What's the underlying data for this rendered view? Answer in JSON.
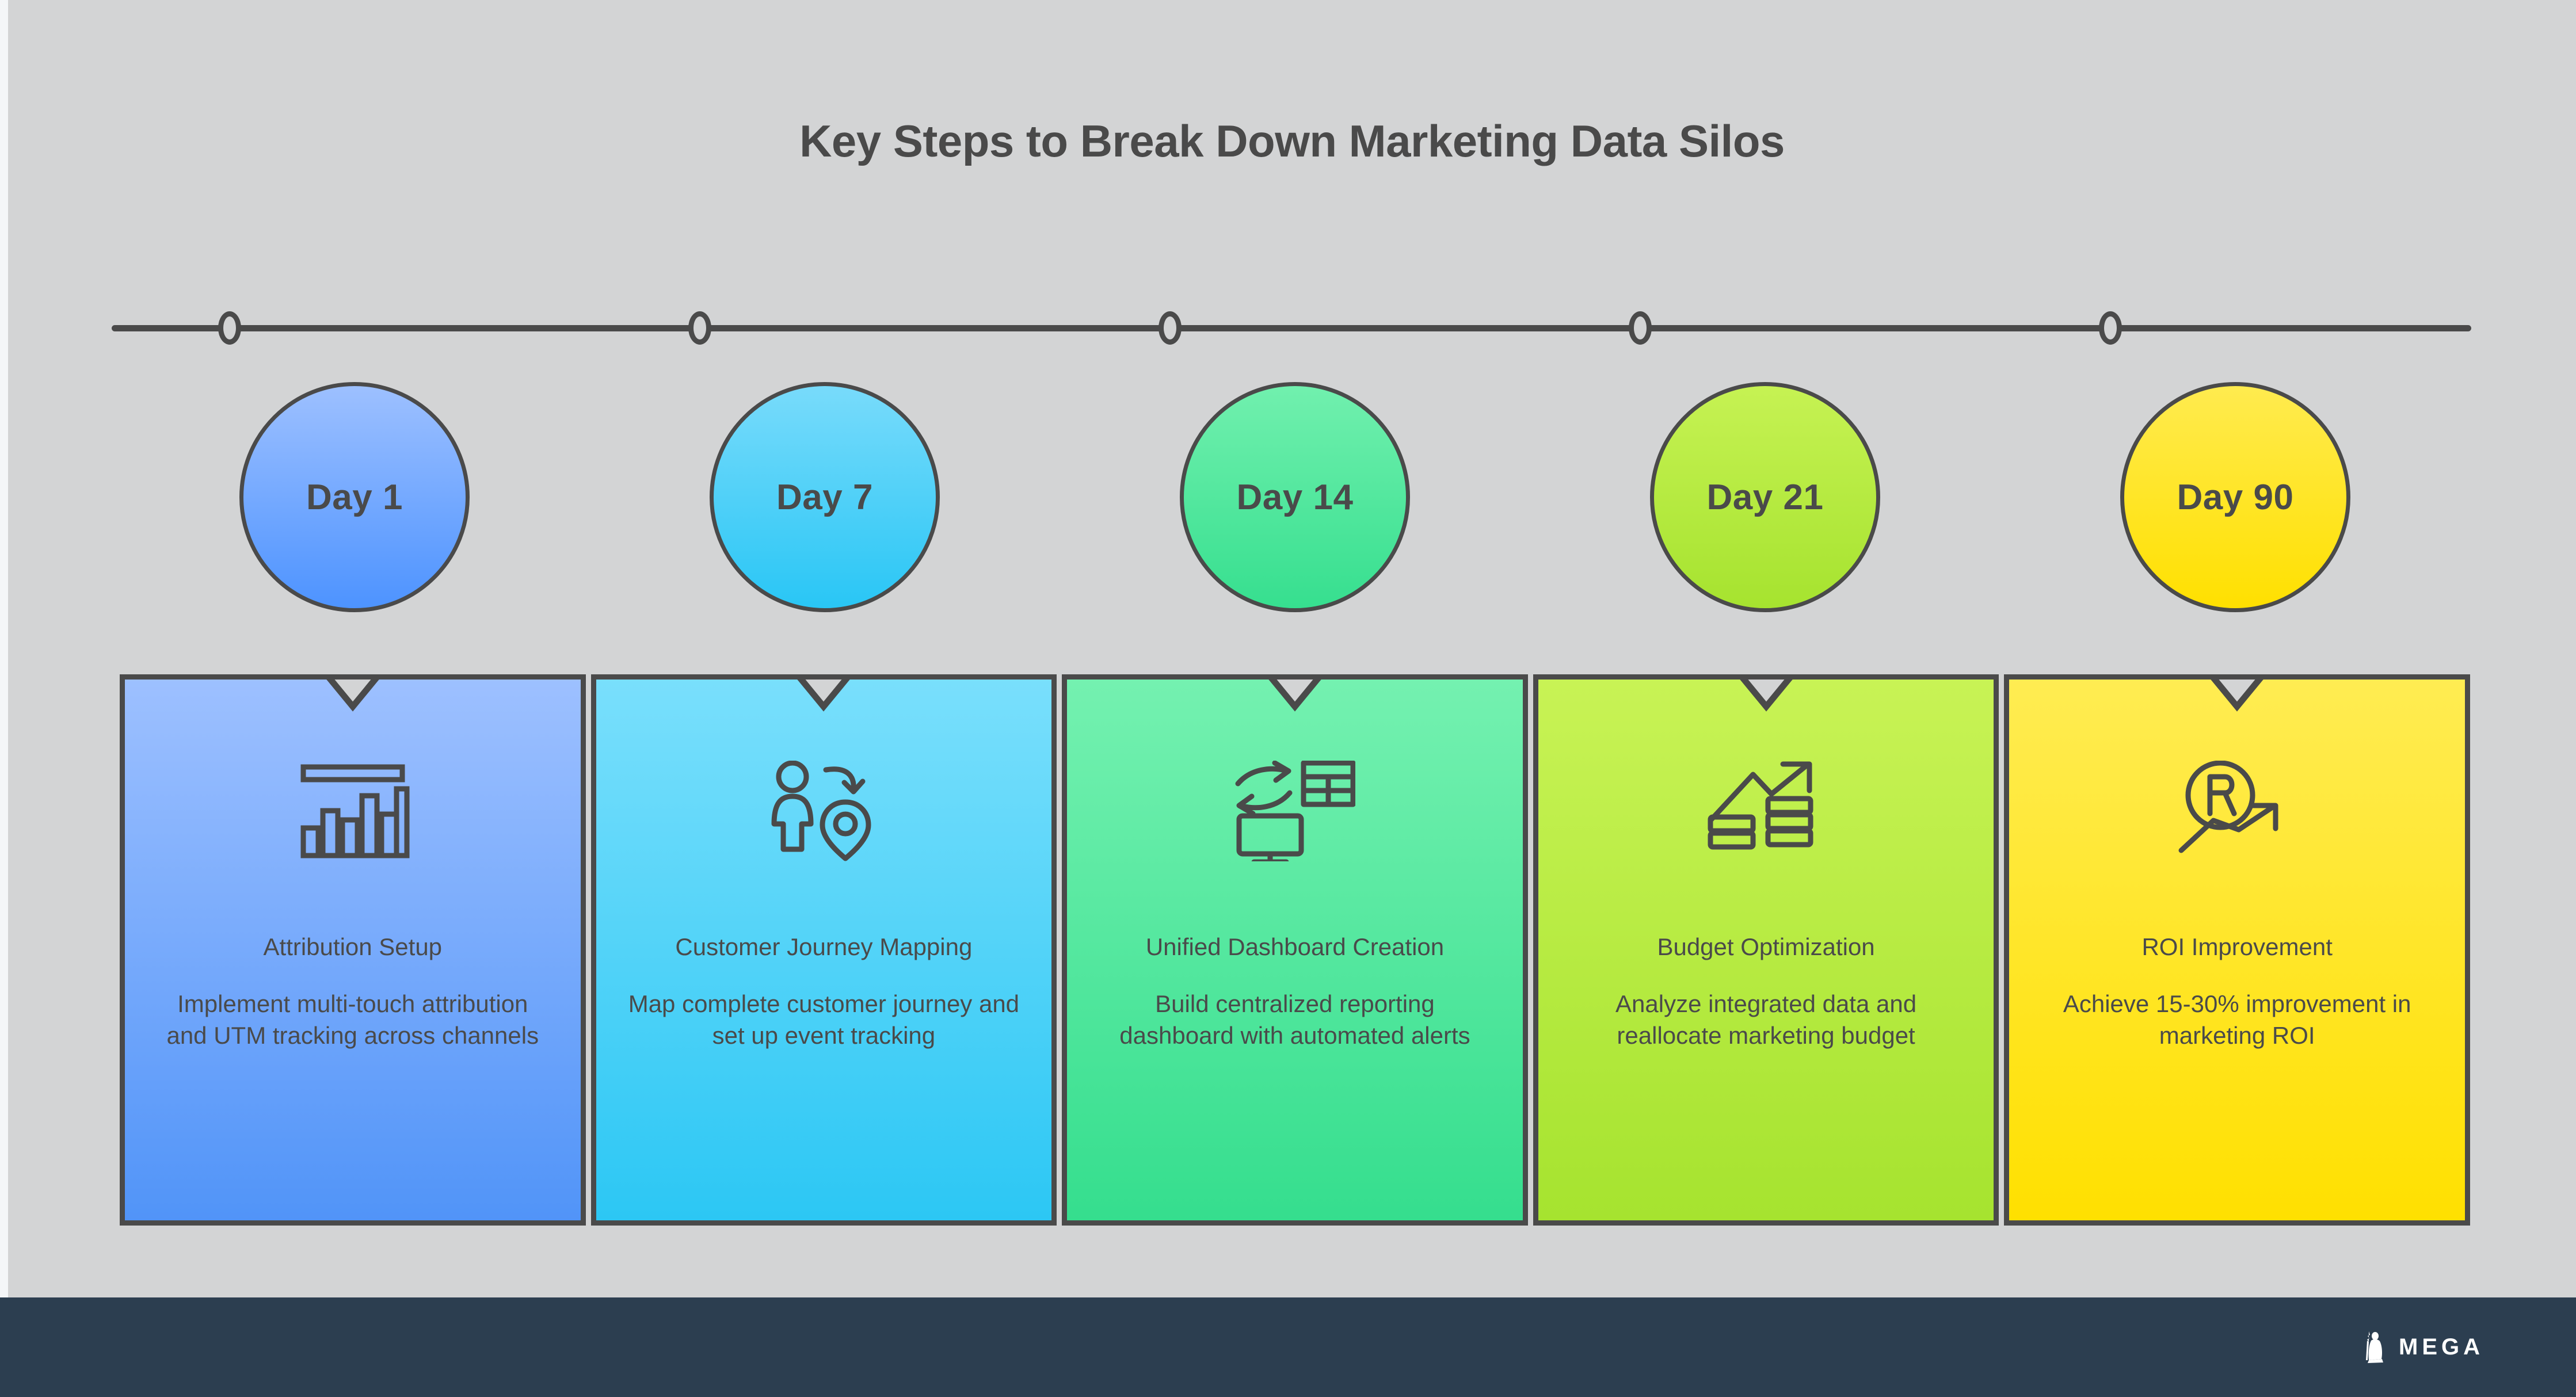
{
  "page": {
    "title": "Key Steps to Break Down Marketing Data Silos",
    "background_color": "#d3d4d5",
    "ink_color": "#4a4a4a",
    "outer_background": "#f4f6f8"
  },
  "timeline": {
    "marker_count": 5,
    "rail_color": "#4a4a4a"
  },
  "steps": [
    {
      "day_label": "Day 1",
      "title": "Attribution Setup",
      "description": "Implement multi-touch attribution and UTM tracking across channels",
      "icon": "bar-chart-icon",
      "circle_color_top": "#9dc0ff",
      "circle_color_bottom": "#4d93ff",
      "card_color_top": "#9dc0ff",
      "card_color_bottom": "#5194f8"
    },
    {
      "day_label": "Day 7",
      "title": "Customer Journey Mapping",
      "description": "Map complete customer journey and set up event tracking",
      "icon": "person-location-pin-icon",
      "circle_color_top": "#78dbfb",
      "circle_color_bottom": "#29c6f5",
      "card_color_top": "#79dffc",
      "card_color_bottom": "#2cc7f4"
    },
    {
      "day_label": "Day 14",
      "title": "Unified Dashboard Creation",
      "description": "Build centralized reporting dashboard with automated alerts",
      "icon": "monitor-table-sync-icon",
      "circle_color_top": "#71f0ae",
      "circle_color_bottom": "#36df8f",
      "card_color_top": "#74f1b0",
      "card_color_bottom": "#35de8e"
    },
    {
      "day_label": "Day 21",
      "title": "Budget Optimization",
      "description": "Analyze integrated data and reallocate marketing budget",
      "icon": "growth-arrow-coins-icon",
      "circle_color_top": "#c6f253",
      "circle_color_bottom": "#a6e32f",
      "card_color_top": "#c8f355",
      "card_color_bottom": "#a6e32f"
    },
    {
      "day_label": "Day 90",
      "title": "ROI Improvement",
      "description": "Achieve 15-30% improvement in marketing ROI",
      "icon": "roi-arrow-icon",
      "circle_color_top": "#ffeb4f",
      "circle_color_bottom": "#ffe000",
      "card_color_top": "#ffec52",
      "card_color_bottom": "#ffe000"
    }
  ],
  "footer": {
    "brand_name": "MEGA",
    "background_color": "#2c3e50",
    "text_color": "#ffffff"
  }
}
